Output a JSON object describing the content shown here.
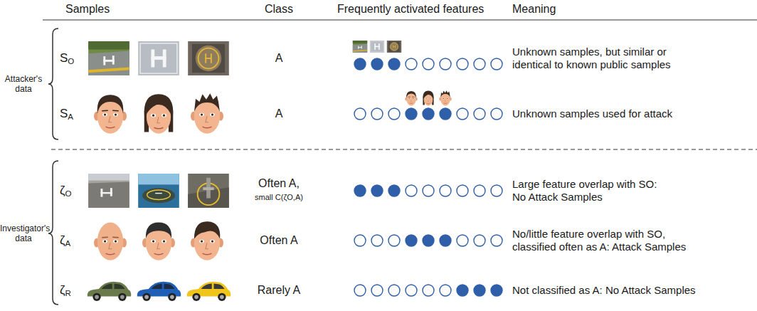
{
  "diagram": {
    "labels": [
      "Samples",
      "Class",
      "Frequently activated features",
      "Meaning",
      "Attacker's data",
      "SO",
      "A",
      "Unknown samples, but similar or identical to known public samples",
      "SA",
      "A",
      "Unknown samples used for attack",
      "Investigator's data",
      "ζO",
      "Often A,",
      "small C(ζO,A)",
      "Large feature overlap with SO: No Attack Samples",
      "ζA",
      "Often A",
      "No/little feature overlap with SO, classified often as A: Attack Samples",
      "ζR",
      "Rarely A",
      "Not classified as A: No Attack Samples"
    ]
  }
}
